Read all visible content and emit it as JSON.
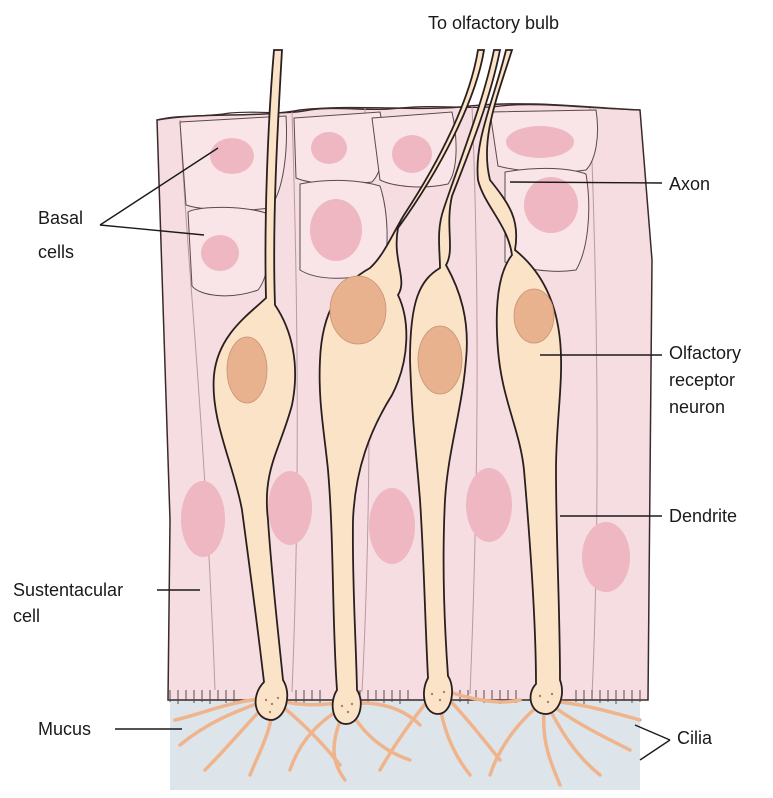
{
  "labels": {
    "olfactory_bulb": "To olfactory  bulb",
    "basal_line1": "Basal",
    "basal_line2": "cells",
    "axon": "Axon",
    "receptor_line1": "Olfactory",
    "receptor_line2": "receptor",
    "receptor_line3": "neuron",
    "dendrite": "Dendrite",
    "sustentacular_line1": "Sustentacular",
    "sustentacular_line2": "cell",
    "mucus": "Mucus",
    "cilia": "Cilia"
  },
  "colors": {
    "epithelium": "#f6dde2",
    "epithelium_nucleus": "#eeb7c2",
    "neuron": "#fbe3c8",
    "neuron_nucleus": "#e8b28e",
    "cilia": "#f0b48c",
    "mucus": "#dde5ea",
    "outline": "#2a1f1f"
  }
}
